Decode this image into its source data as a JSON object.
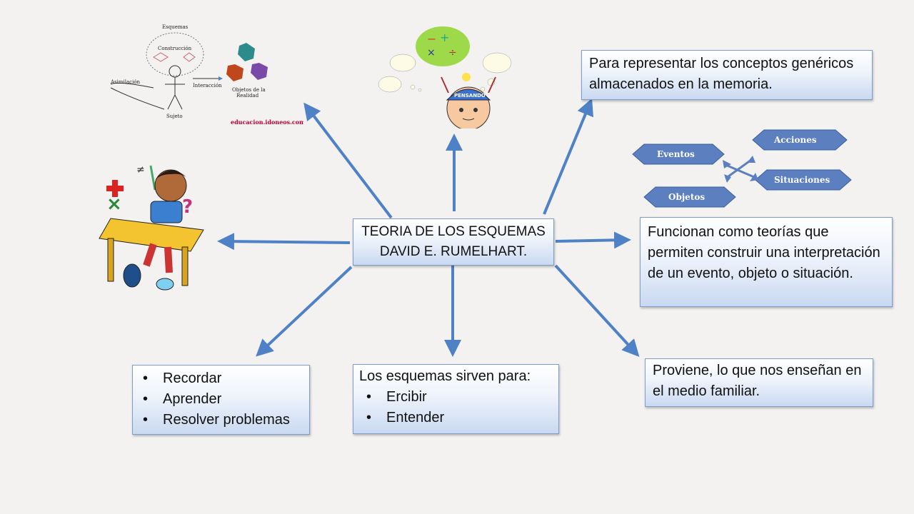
{
  "center": {
    "line1": "TEORIA DE LOS ESQUEMAS",
    "line2": "DAVID E. RUMELHART."
  },
  "top_right_text": "Para representar los conceptos genéricos almacenados en la memoria.",
  "mid_right_text": "Funcionan como teorías que permiten construir una interpretación de un evento, objeto o situación.",
  "bottom_right_text": "Proviene, lo que nos enseñan en el medio familiar.",
  "bottom_center": {
    "heading": "Los esquemas sirven para:",
    "items": [
      "Ercibir",
      "Entender"
    ]
  },
  "bottom_left": {
    "items": [
      "Recordar",
      "Aprender",
      "Resolver problemas"
    ]
  },
  "diagram_topleft": {
    "esquemas": "Esquemas",
    "construccion": "Construcción",
    "asimilacion": "Asimilación",
    "interaccion": "Interacción",
    "objetos": "Objetos de la",
    "realidad": "Realidad",
    "sujeto": "Sujeto",
    "site": "educacion.idoneos.com"
  },
  "hexagons": {
    "eventos": "Eventos",
    "acciones": "Acciones",
    "situaciones": "Situaciones",
    "objetos": "Objetos"
  },
  "thinking_kid": {
    "hat_label": "PENSANDO"
  },
  "colors": {
    "arrow": "#4f81c7",
    "hexagon": "#5b7fbf",
    "box_border": "#7f9ccb"
  }
}
